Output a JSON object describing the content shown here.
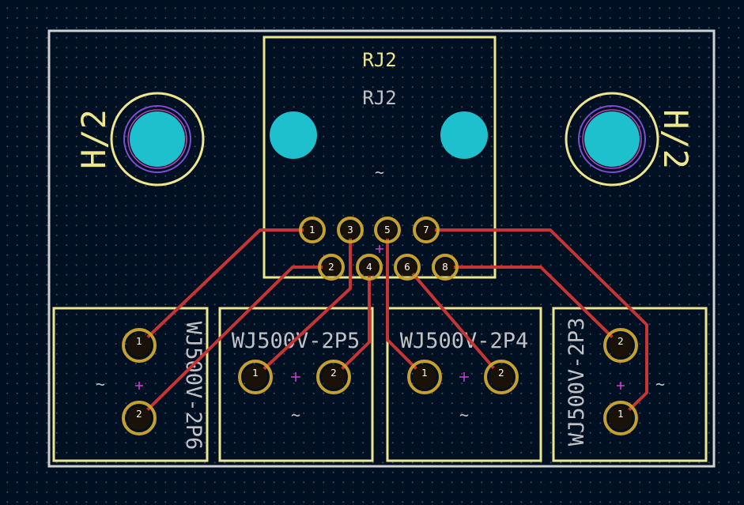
{
  "board": {
    "edge_color": "#d0d0d0",
    "silk_color": "#efe68b",
    "track_color": "#c83434",
    "pad_color": "#c7a02b",
    "hole_color": "#1dc0cc"
  },
  "rj45": {
    "ref_top": "RJ2",
    "ref_fab": "RJ2",
    "value_mark": "~",
    "pads": [
      "1",
      "2",
      "3",
      "4",
      "5",
      "6",
      "7",
      "8"
    ]
  },
  "mount_holes": {
    "left_label": "H/2",
    "right_label": "H/2"
  },
  "terminals": {
    "p6": {
      "ref": "WJ500V-2P6",
      "value_mark": "~",
      "pads": [
        "1",
        "2"
      ]
    },
    "p5": {
      "ref": "WJ500V-2P5",
      "value_mark": "~",
      "pads": [
        "1",
        "2"
      ]
    },
    "p4": {
      "ref": "WJ500V-2P4",
      "value_mark": "~",
      "pads": [
        "1",
        "2"
      ]
    },
    "p3": {
      "ref": "WJ500V-2P3",
      "value_mark": "~",
      "pads": [
        "1",
        "2"
      ]
    }
  }
}
